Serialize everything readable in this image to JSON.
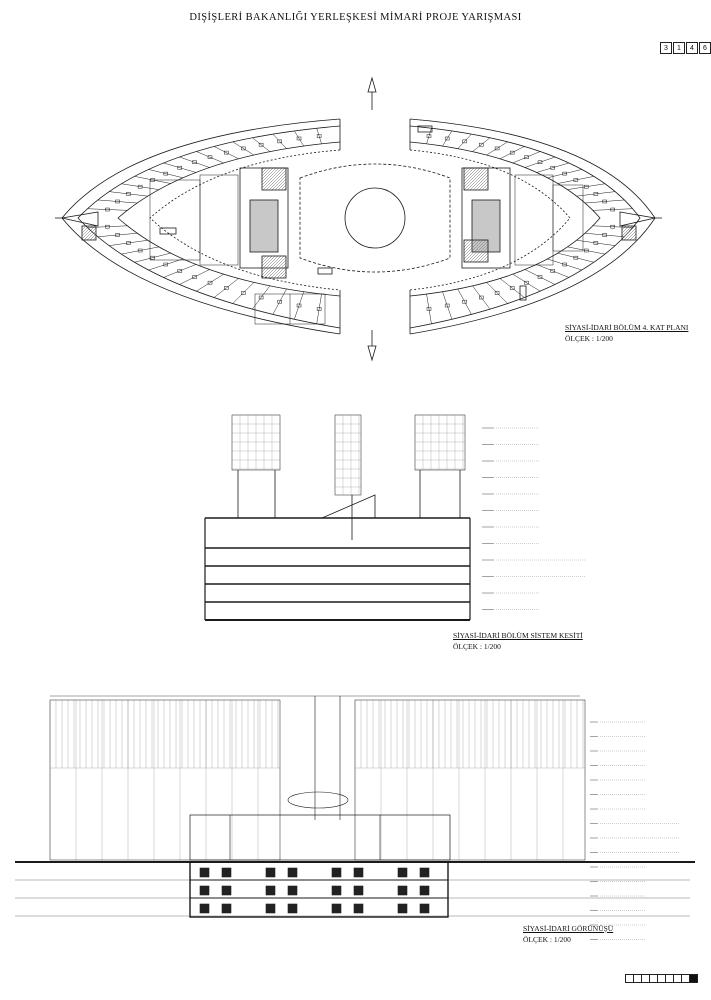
{
  "sheet": {
    "title": "DIŞİŞLERİ BAKANLIĞI YERLEŞKESİ MİMARİ PROJE YARIŞMASI",
    "number_boxes": [
      "3",
      "1",
      "4",
      "6"
    ]
  },
  "plan": {
    "title": "SİYASİ-İDARİ BÖLÜM 4. KAT PLANI",
    "scale": "ÖLÇEK : 1/200"
  },
  "section": {
    "title": "SİYASİ-İDARİ BÖLÜM SİSTEM KESİTİ",
    "scale": "ÖLÇEK : 1/200"
  },
  "elevation": {
    "title": "SİYASİ-İDARİ GÖRÜNÜŞÜ",
    "scale": "ÖLÇEK : 1/200"
  },
  "colors": {
    "line": "#1a1a1a",
    "hatch": "#7a7a7a",
    "core_fill": "#c8c8c8",
    "dark_fill": "#222222",
    "guide": "#9aa7b3"
  }
}
